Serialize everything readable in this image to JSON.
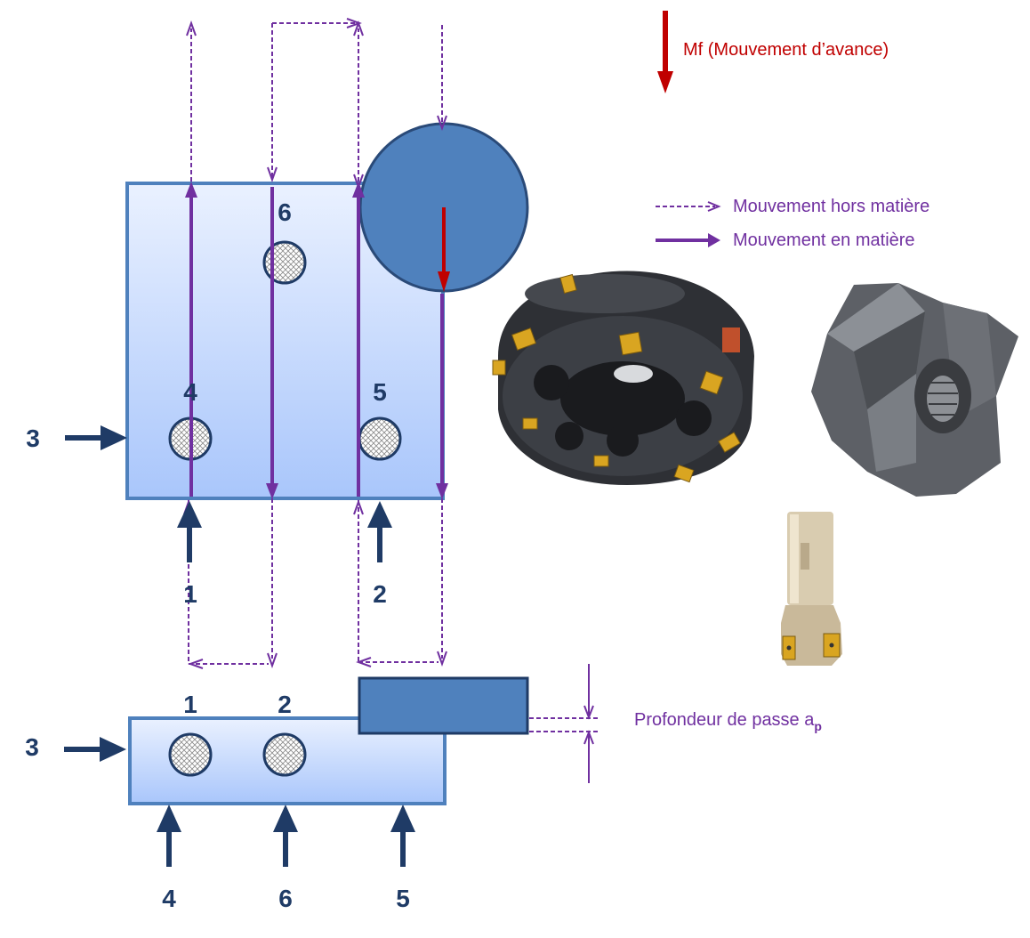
{
  "feed_label": "Mf (Mouvement d’avance)",
  "legend": {
    "out_of_material": "Mouvement hors matière",
    "in_material": "Mouvement en matière"
  },
  "depth_label": {
    "text": "Profondeur de passe a",
    "subscript": "p"
  },
  "top_view": {
    "pin_labels": [
      "6",
      "4",
      "5"
    ],
    "side_label": "3",
    "bottom_labels": [
      "1",
      "2"
    ]
  },
  "side_view": {
    "pin_labels": [
      "1",
      "2"
    ],
    "side_label": "3",
    "bottom_labels": [
      "4",
      "6",
      "5"
    ]
  },
  "colors": {
    "locator_arrow": "#1f3b66",
    "path": "#7030a0",
    "feed": "#c00000",
    "tool": "#4f81bd",
    "workpiece_top": "#eaf1ff",
    "workpiece_bottom": "#a9c6fb"
  },
  "tools": [
    "face-mill-with-inserts",
    "helical-shell-mill",
    "end-mill-with-inserts"
  ]
}
